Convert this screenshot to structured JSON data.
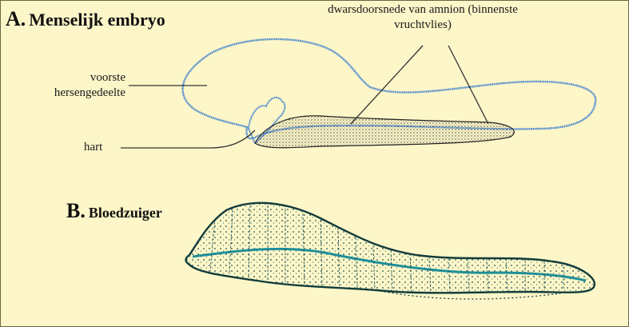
{
  "panel_a": {
    "letter": "A.",
    "name": "Menselijk embryo",
    "labels": {
      "amnion": "dwarsdoorsnede van amnion (binnenste vruchtvlies)",
      "forebrain": "voorste hersengedeelte",
      "heart": "hart"
    }
  },
  "panel_b": {
    "letter": "B.",
    "name": "Bloedzuiger"
  },
  "colors": {
    "background": "#fdf6c8",
    "embryo_outline": "#3a7fd0",
    "leech_outline": "#123c3c",
    "leech_stripe": "#1f8f9a"
  }
}
